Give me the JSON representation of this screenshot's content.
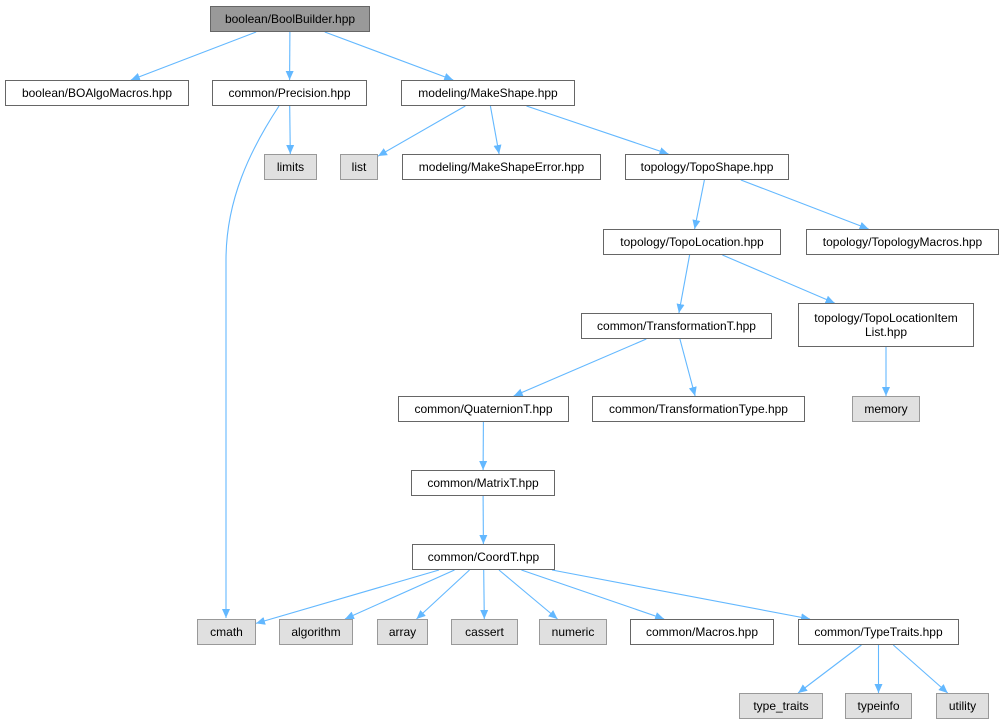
{
  "diagram": {
    "type": "include-dependency-graph",
    "edge_color": "#63b8ff",
    "colors": {
      "root_fill": "#999999",
      "node_fill": "#ffffff",
      "external_fill": "#e0e0e0",
      "node_border": "#666666"
    },
    "nodes": [
      {
        "id": "boolbuilder",
        "label": "boolean/BoolBuilder.hpp",
        "kind": "root"
      },
      {
        "id": "boalgomacros",
        "label": "boolean/BOAlgoMacros.hpp",
        "kind": "file"
      },
      {
        "id": "precision",
        "label": "common/Precision.hpp",
        "kind": "file"
      },
      {
        "id": "makeshape",
        "label": "modeling/MakeShape.hpp",
        "kind": "file"
      },
      {
        "id": "limits",
        "label": "limits",
        "kind": "external"
      },
      {
        "id": "list",
        "label": "list",
        "kind": "external"
      },
      {
        "id": "makeshapeerror",
        "label": "modeling/MakeShapeError.hpp",
        "kind": "file"
      },
      {
        "id": "toposhape",
        "label": "topology/TopoShape.hpp",
        "kind": "file"
      },
      {
        "id": "topolocation",
        "label": "topology/TopoLocation.hpp",
        "kind": "file"
      },
      {
        "id": "topologymacros",
        "label": "topology/TopologyMacros.hpp",
        "kind": "file"
      },
      {
        "id": "transformationt",
        "label": "common/TransformationT.hpp",
        "kind": "file"
      },
      {
        "id": "topolocationitemlist",
        "label": "topology/TopoLocationItem\nList.hpp",
        "kind": "file"
      },
      {
        "id": "quaterniont",
        "label": "common/QuaternionT.hpp",
        "kind": "file"
      },
      {
        "id": "transformationtype",
        "label": "common/TransformationType.hpp",
        "kind": "file"
      },
      {
        "id": "memory",
        "label": "memory",
        "kind": "external"
      },
      {
        "id": "matrixt",
        "label": "common/MatrixT.hpp",
        "kind": "file"
      },
      {
        "id": "coordt",
        "label": "common/CoordT.hpp",
        "kind": "file"
      },
      {
        "id": "cmath",
        "label": "cmath",
        "kind": "external"
      },
      {
        "id": "algorithm",
        "label": "algorithm",
        "kind": "external"
      },
      {
        "id": "array",
        "label": "array",
        "kind": "external"
      },
      {
        "id": "cassert",
        "label": "cassert",
        "kind": "external"
      },
      {
        "id": "numeric",
        "label": "numeric",
        "kind": "external"
      },
      {
        "id": "macros",
        "label": "common/Macros.hpp",
        "kind": "file"
      },
      {
        "id": "typetraits",
        "label": "common/TypeTraits.hpp",
        "kind": "file"
      },
      {
        "id": "type_traits",
        "label": "type_traits",
        "kind": "external"
      },
      {
        "id": "typeinfo",
        "label": "typeinfo",
        "kind": "external"
      },
      {
        "id": "utility",
        "label": "utility",
        "kind": "external"
      }
    ],
    "edges": [
      {
        "from": "boolbuilder",
        "to": "boalgomacros"
      },
      {
        "from": "boolbuilder",
        "to": "precision"
      },
      {
        "from": "boolbuilder",
        "to": "makeshape"
      },
      {
        "from": "precision",
        "to": "limits"
      },
      {
        "from": "precision",
        "to": "cmath"
      },
      {
        "from": "makeshape",
        "to": "list"
      },
      {
        "from": "makeshape",
        "to": "makeshapeerror"
      },
      {
        "from": "makeshape",
        "to": "toposhape"
      },
      {
        "from": "toposhape",
        "to": "topolocation"
      },
      {
        "from": "toposhape",
        "to": "topologymacros"
      },
      {
        "from": "topolocation",
        "to": "transformationt"
      },
      {
        "from": "topolocation",
        "to": "topolocationitemlist"
      },
      {
        "from": "transformationt",
        "to": "quaterniont"
      },
      {
        "from": "transformationt",
        "to": "transformationtype"
      },
      {
        "from": "topolocationitemlist",
        "to": "memory"
      },
      {
        "from": "quaterniont",
        "to": "matrixt"
      },
      {
        "from": "matrixt",
        "to": "coordt"
      },
      {
        "from": "coordt",
        "to": "cmath"
      },
      {
        "from": "coordt",
        "to": "algorithm"
      },
      {
        "from": "coordt",
        "to": "array"
      },
      {
        "from": "coordt",
        "to": "cassert"
      },
      {
        "from": "coordt",
        "to": "numeric"
      },
      {
        "from": "coordt",
        "to": "macros"
      },
      {
        "from": "coordt",
        "to": "typetraits"
      },
      {
        "from": "typetraits",
        "to": "type_traits"
      },
      {
        "from": "typetraits",
        "to": "typeinfo"
      },
      {
        "from": "typetraits",
        "to": "utility"
      }
    ]
  }
}
